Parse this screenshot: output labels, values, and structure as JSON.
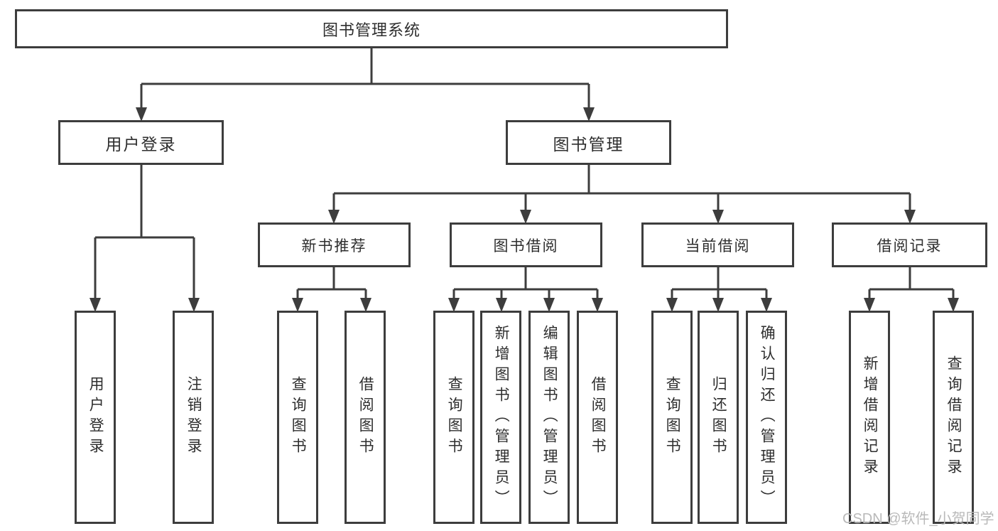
{
  "diagram_title": "图书管理系统",
  "tree": {
    "root": {
      "label": "图书管理系统",
      "children": [
        {
          "label": "用户登录",
          "children": [
            {
              "label": "用户登录"
            },
            {
              "label": "注销登录"
            }
          ]
        },
        {
          "label": "图书管理",
          "children": [
            {
              "label": "新书推荐",
              "children": [
                {
                  "label": "查询图书"
                },
                {
                  "label": "借阅图书"
                }
              ]
            },
            {
              "label": "图书借阅",
              "children": [
                {
                  "label": "查询图书"
                },
                {
                  "label": "新增图书（管理员）"
                },
                {
                  "label": "编辑图书（管理员）"
                },
                {
                  "label": "借阅图书"
                }
              ]
            },
            {
              "label": "当前借阅",
              "children": [
                {
                  "label": "查询图书"
                },
                {
                  "label": "归还图书"
                },
                {
                  "label": "确认归还（管理员）"
                }
              ]
            },
            {
              "label": "借阅记录",
              "children": [
                {
                  "label": "新增借阅记录"
                },
                {
                  "label": "查询借阅记录"
                }
              ]
            }
          ]
        }
      ]
    }
  },
  "watermark": "CSDN @软件_小贺同学",
  "colors": {
    "background": "#ffffff",
    "line": "#3d3d3d",
    "box_border": "#3d3d3d",
    "text": "#2e2e2e",
    "watermark": "#b9b9b9"
  }
}
